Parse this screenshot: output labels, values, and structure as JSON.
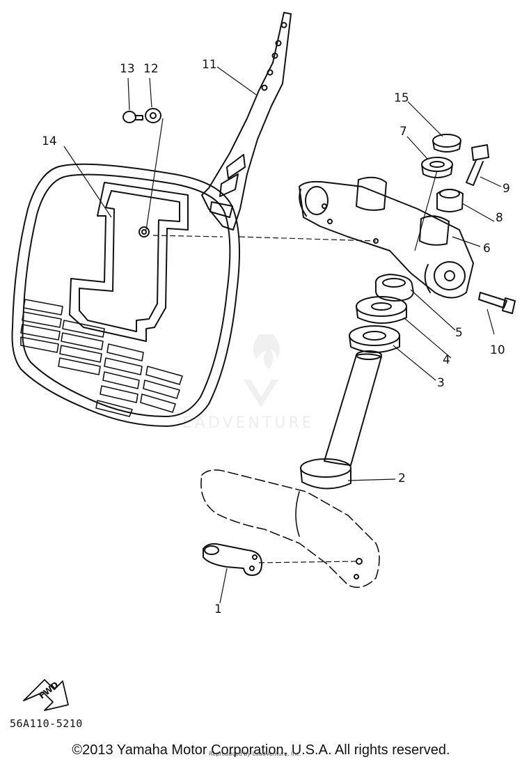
{
  "callouts": [
    {
      "id": "1",
      "label": "1"
    },
    {
      "id": "2",
      "label": "2"
    },
    {
      "id": "3",
      "label": "3"
    },
    {
      "id": "4",
      "label": "4"
    },
    {
      "id": "5",
      "label": "5"
    },
    {
      "id": "6",
      "label": "6"
    },
    {
      "id": "7",
      "label": "7"
    },
    {
      "id": "8",
      "label": "8"
    },
    {
      "id": "9",
      "label": "9"
    },
    {
      "id": "10",
      "label": "10"
    },
    {
      "id": "11",
      "label": "11"
    },
    {
      "id": "12",
      "label": "12"
    },
    {
      "id": "13",
      "label": "13"
    },
    {
      "id": "14",
      "label": "14"
    },
    {
      "id": "15",
      "label": "15"
    }
  ],
  "fwd_label": "FWD",
  "part_number": "56A110-5210",
  "copyright": "©2013 Yamaha Motor Corporation, U.S.A. All rights reserved.",
  "reproduced_by": "Reproduced by LeadVenture, Inc.",
  "watermark": "EADVENTURE"
}
